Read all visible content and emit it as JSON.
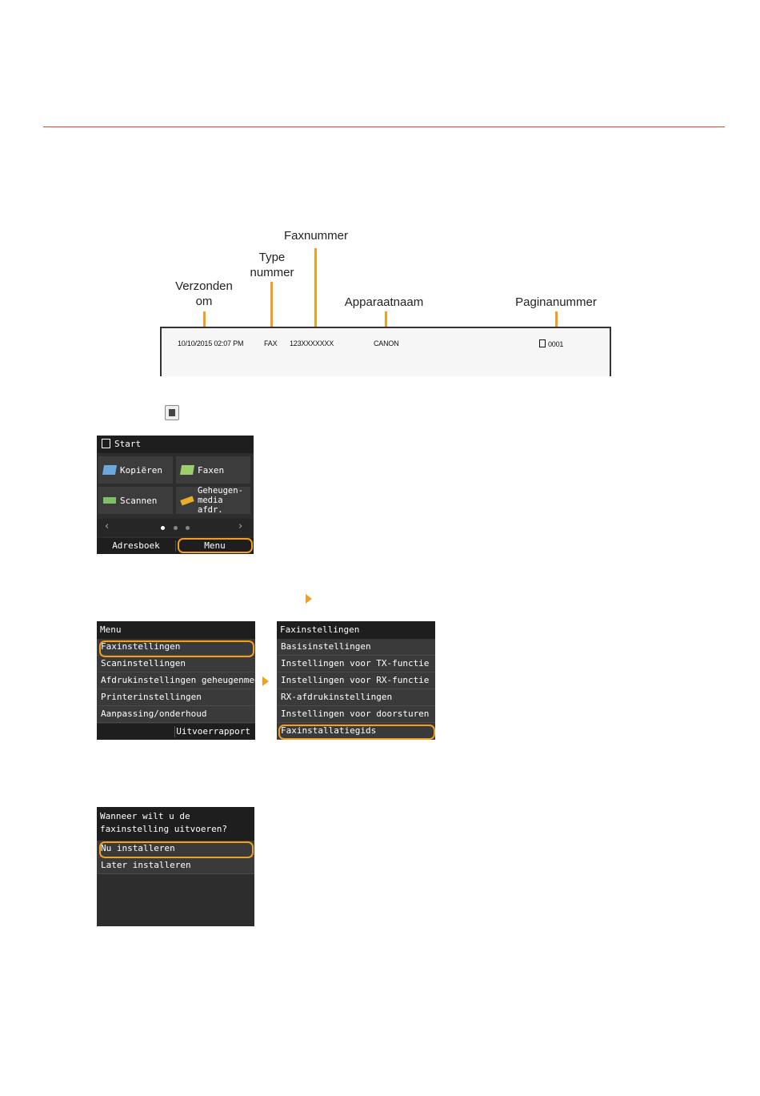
{
  "diagram": {
    "labels": {
      "sent_at": "Verzonden\nom",
      "type_number": "Type\nnummer",
      "fax_number": "Faxnummer",
      "device_name": "Apparaatnaam",
      "page_number": "Paginanummer"
    },
    "paper": {
      "datetime": "10/10/2015  02:07 PM",
      "type": "FAX",
      "fax": "123XXXXXXX",
      "name": "CANON",
      "page": "0001"
    }
  },
  "start_screen": {
    "title": "Start",
    "tiles": [
      "Kopiëren",
      "Faxen",
      "Scannen",
      "Geheugen-\nmedia afdr."
    ],
    "footer_left": "Adresboek",
    "footer_right": "Menu"
  },
  "menu_screen": {
    "title": "Menu",
    "items": [
      "Faxinstellingen",
      "Scaninstellingen",
      "Afdrukinstellingen geheugenmed",
      "Printerinstellingen",
      "Aanpassing/onderhoud"
    ],
    "footer": "Uitvoerrapport"
  },
  "fax_screen": {
    "title": "Faxinstellingen",
    "items": [
      "Basisinstellingen",
      "Instellingen voor TX-functie",
      "Instellingen voor RX-functie",
      "RX-afdrukinstellingen",
      "Instellingen voor doorsturen",
      "Faxinstallatiegids"
    ]
  },
  "when_screen": {
    "title": "Wanneer wilt u de\nfaxinstelling uitvoeren?",
    "items": [
      "Nu installeren",
      "Later installeren"
    ]
  },
  "colors": {
    "accent": "#f0a020",
    "rule": "#d9531e",
    "lcd": "#2d2d2d"
  }
}
